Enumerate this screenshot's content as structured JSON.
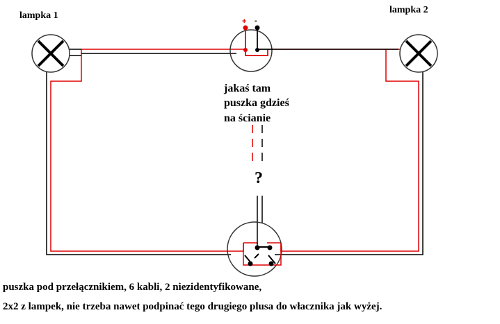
{
  "labels": {
    "lamp1": "lampka 1",
    "lamp2": "lampka 2",
    "plus": "+",
    "minus": "-",
    "note_line1": "jakaś tam",
    "note_line2": "puszka gdzieś",
    "note_line3": "na ścianie",
    "question": "?",
    "footer_line1": "puszka pod przełącznikiem, 6 kabli, 2 niezidentyfikowane,",
    "footer_line2": "2x2 z lampek, nie trzeba nawet podpinać tego drugiego plusa do włacznika jak wyżej."
  },
  "colors": {
    "wire_black": "#000000",
    "wire_red": "#e00000",
    "wire_gray": "#333333",
    "background": "#ffffff"
  },
  "icons": [
    "lamp-icon",
    "junction-box",
    "switch-icon"
  ]
}
